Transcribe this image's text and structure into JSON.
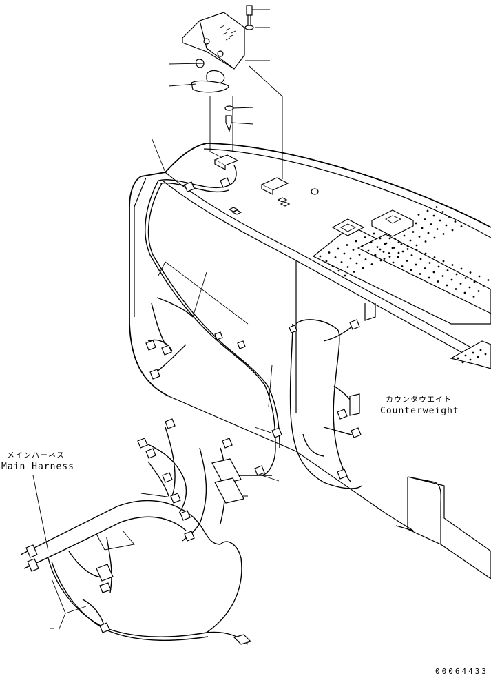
{
  "labels": {
    "counterweight_jp": "カウンタウエイト",
    "counterweight_en": "Counterweight",
    "main_harness_jp": "メインハーネス",
    "main_harness_en": "Main Harness"
  },
  "document_number": "00064433"
}
